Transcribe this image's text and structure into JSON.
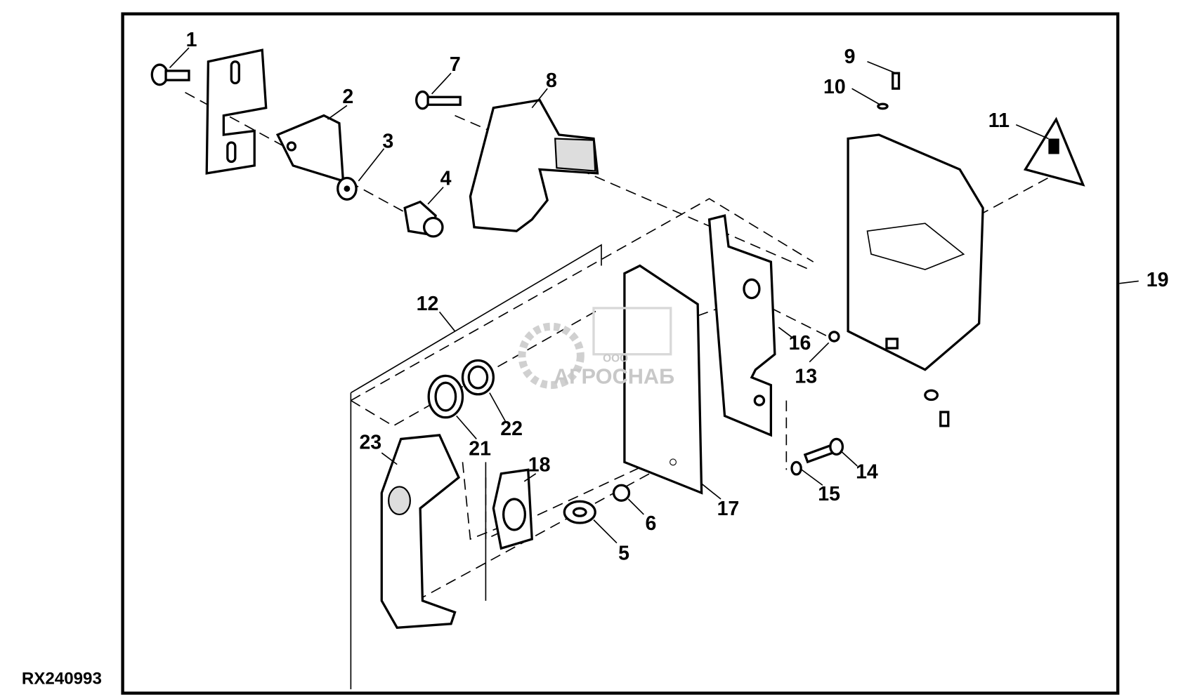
{
  "diagram": {
    "figure_code": "RX240993",
    "watermark": {
      "prefix": "ООО",
      "brand": "АГРОСНАБ"
    },
    "callouts": [
      "1",
      "2",
      "3",
      "4",
      "5",
      "6",
      "7",
      "8",
      "9",
      "10",
      "11",
      "12",
      "13",
      "14",
      "15",
      "16",
      "17",
      "18",
      "19",
      "21",
      "22",
      "23"
    ],
    "colors": {
      "line": "#000000",
      "background": "#ffffff",
      "watermark": "#c8c8c8"
    }
  }
}
